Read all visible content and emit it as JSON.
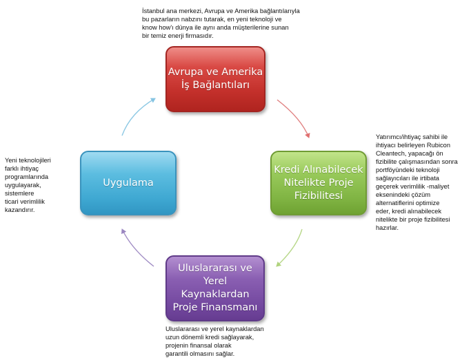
{
  "diagram": {
    "nodes": [
      {
        "id": "red",
        "label": "Avrupa ve Amerika\nİş Bağlantıları",
        "color": "#c3302b"
      },
      {
        "id": "green",
        "label": "Kredi Alınabilecek\nNitelikte Proje\nFizibilitesi",
        "color": "#80b443"
      },
      {
        "id": "purple",
        "label": "Uluslararası ve\nYerel\nKaynaklardan\nProje Finansmanı",
        "color": "#7449a0"
      },
      {
        "id": "blue",
        "label": "Uygulama",
        "color": "#3fa8d2"
      }
    ],
    "notes": {
      "top": "İstanbul ana merkezi, Avrupa ve Amerika bağlantılarıyla\nbu pazarların nabzını tutarak, en yeni teknoloji ve\nknow how'ı dünya ile aynı anda müşterilerine sunan\nbir temiz enerji firmasıdır.",
      "right": "Yatırımcı/ihtiyaç sahibi ile\nihtiyacı belirleyen Rubicon\nCleantech, yapacağı ön\nfizibilite çalışmasından sonra\n portföyündeki teknoloji\nsağlayıcıları ile irtibata\ngeçerek verimlilik -maliyet\neksenindeki çözüm\nalternatiflerini optimize\neder, kredi alınabilecek\nnitelikte bir proje fizibilitesi\nhazırlar.",
      "bottom": "Uluslararası ve yerel kaynaklardan\nuzun dönemli kredi sağlayarak,\nprojenin finansal olarak\ngarantili olmasını sağlar.",
      "left": "Yeni teknolojileri\nfarklı ihtiyaç\nprogramlarında\nuygulayarak,\nsistemlere\nticari verimlilik\nkazandırır."
    },
    "arrow_colors": {
      "red_to_green": "#e08080",
      "green_to_purple": "#b8d88a",
      "purple_to_blue": "#a08cc4",
      "blue_to_red": "#8cc8e4"
    }
  }
}
